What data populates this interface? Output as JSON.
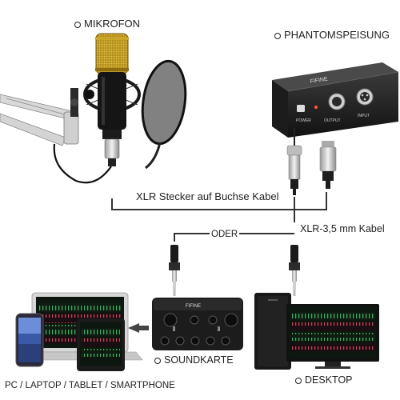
{
  "labels": {
    "mikrofon": "MIKROFON",
    "phantomspeisung": "PHANTOMSPEISUNG",
    "xlr_cable": "XLR Stecker auf Buchse Kabel",
    "xlr_35_cable": "XLR-3,5 mm Kabel",
    "oder": "ODER",
    "soundkarte": "SOUNDKARTE",
    "desktop": "DESKTOP",
    "devices": "PC / LAPTOP / TABLET / SMARTPHONE"
  },
  "device_text": {
    "phantom_brand": "FIFINE",
    "phantom_output": "OUTPUT",
    "phantom_input": "INPUT",
    "phantom_power": "POWER",
    "soundcard_brand": "FIFINE"
  },
  "colors": {
    "line": "#333333",
    "mic_gold": "#c9a52a",
    "device_dark": "#1e1e1e",
    "waveform_green": "#2f9e4f",
    "waveform_red": "#c2384a"
  }
}
